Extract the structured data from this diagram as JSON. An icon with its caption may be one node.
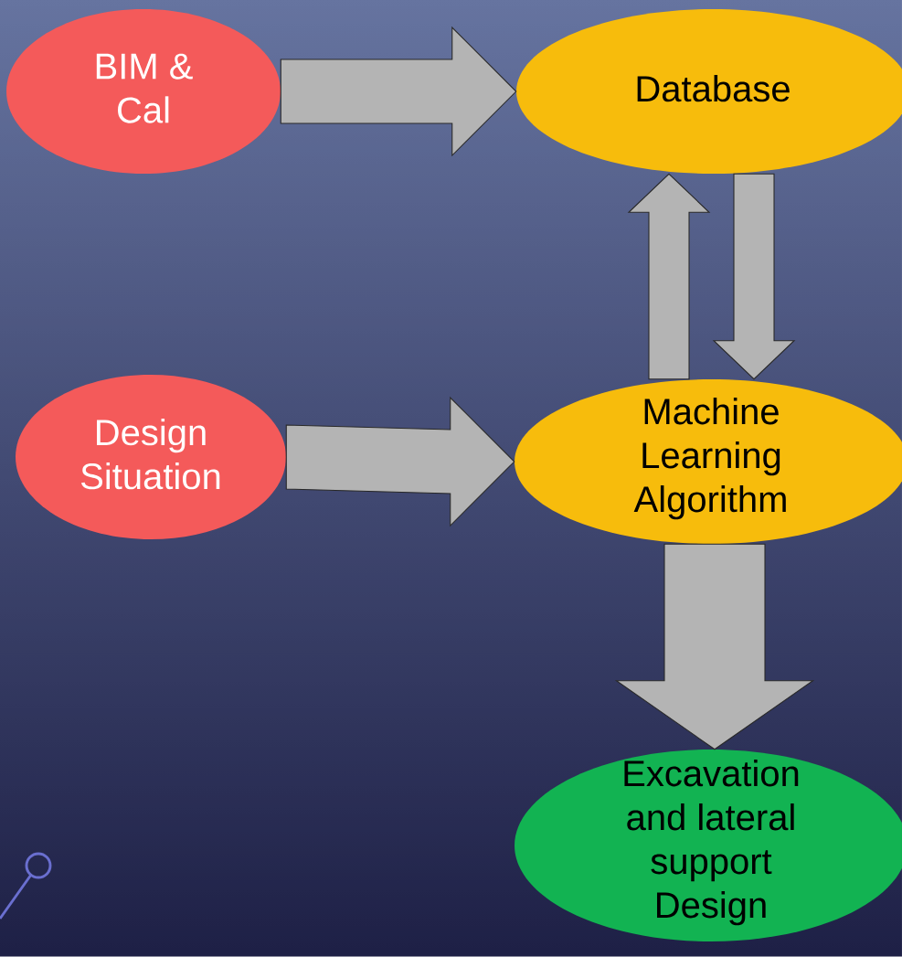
{
  "diagram": {
    "nodes": [
      {
        "text": [
          "BIM & Cal"
        ]
      },
      {
        "text": [
          "Database"
        ]
      },
      {
        "text": [
          "Design Situation"
        ]
      },
      {
        "text": [
          "Machine Learning Algorithm"
        ]
      },
      {
        "text": [
          "Excavation and lateral support Design"
        ]
      }
    ],
    "edges": [
      {
        "from": 0,
        "to": 1,
        "arrow": "to"
      },
      {
        "from": 3,
        "to": 1,
        "arrow": "to"
      },
      {
        "from": 1,
        "to": 3,
        "arrow": "to"
      },
      {
        "from": 2,
        "to": 3,
        "arrow": "to"
      },
      {
        "from": 3,
        "to": 4,
        "arrow": "to"
      }
    ]
  }
}
